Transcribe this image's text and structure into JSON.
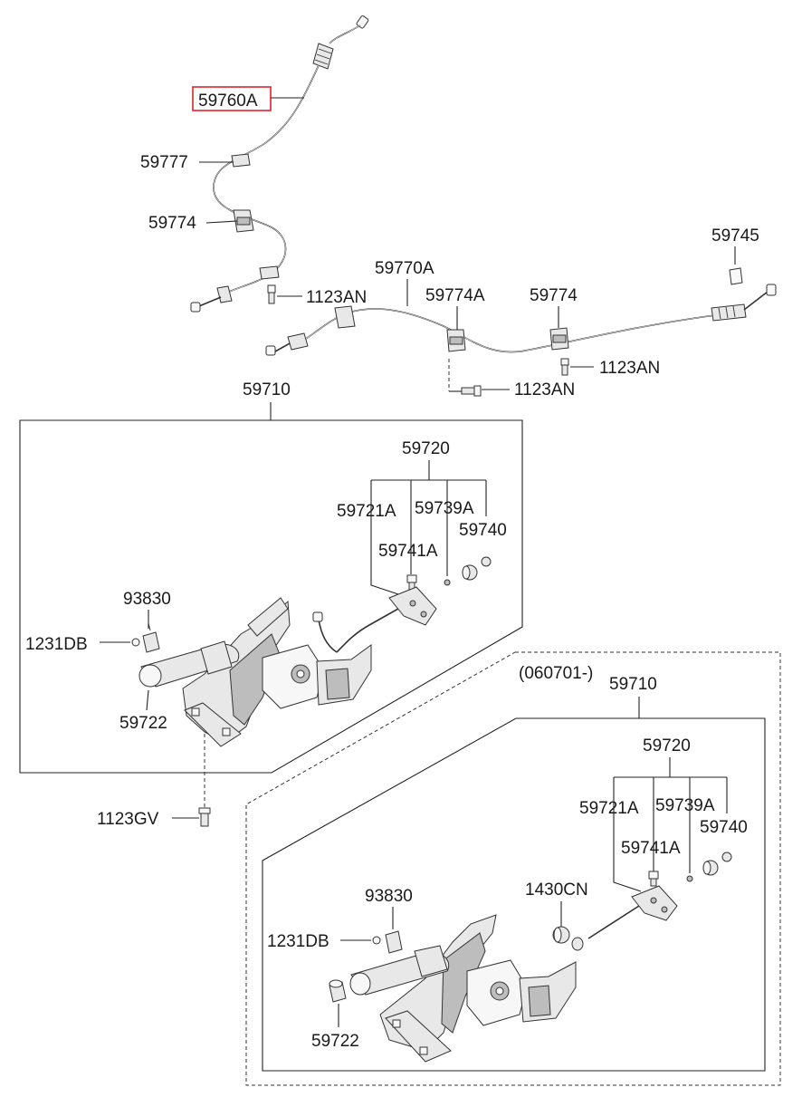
{
  "highlight_color": "#e0242a",
  "labels": {
    "p59760A": "59760A",
    "p59777": "59777",
    "p59774_upper": "59774",
    "p1123AN_1": "1123AN",
    "p59770A": "59770A",
    "p59774A": "59774A",
    "p59774_right": "59774",
    "p59745": "59745",
    "p1123AN_2": "1123AN",
    "p1123AN_3": "1123AN",
    "box1_59710": "59710",
    "box1_59720": "59720",
    "box1_59721A": "59721A",
    "box1_59739A": "59739A",
    "box1_59740": "59740",
    "box1_59741A": "59741A",
    "box1_93830": "93830",
    "box1_1231DB": "1231DB",
    "box1_59722": "59722",
    "p1123GV": "1123GV",
    "box2_date": "(060701-)",
    "box2_59710": "59710",
    "box2_59720": "59720",
    "box2_59721A": "59721A",
    "box2_59739A": "59739A",
    "box2_59740": "59740",
    "box2_59741A": "59741A",
    "box2_1430CN": "1430CN",
    "box2_93830": "93830",
    "box2_1231DB": "1231DB",
    "box2_59722": "59722"
  }
}
